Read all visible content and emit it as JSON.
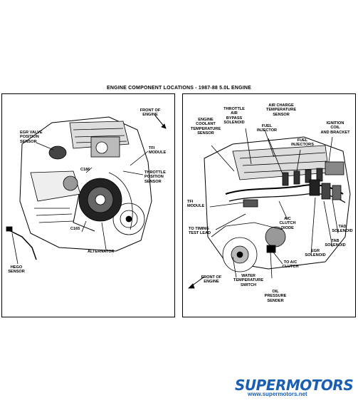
{
  "title": "ENGINE COMPONENT LOCATIONS - 1987-88 5.0L ENGINE",
  "left_panel": {
    "labels": {
      "front_of_engine": "FRONT OF\nENGINE",
      "egr_valve_position_sensor": "EGR VALVE\nPOSITION\nSENSOR",
      "tfi_module": "TFI\nMODULE",
      "throttle_position_sensor": "THROTTLE\nPOSITION\nSENSOR",
      "c186": "C186",
      "c165": "C165",
      "alternator": "ALTERNATOR",
      "hego_sensor": "HEGO\nSENSOR"
    }
  },
  "right_panel": {
    "labels": {
      "throttle_air_bypass_solenoid": "THROTTLE\nAIR\nBYPASS\nSOLENOID",
      "air_charge_temperature_sensor": "AIR CHARGE\nTEMPERATURE\nSENSOR",
      "engine_coolant_temperature_sensor": "ENGINE\nCOOLANT\nTEMPERATURE\nSENSOR",
      "fuel_injector": "FUEL\nINJECTOR",
      "ignition_coil_and_bracket": "IGNITION\nCOIL\nAND BRACKET",
      "fuel_injectors": "FUEL\nINJECTORS",
      "tfi_module": "TFI\nMODULE",
      "to_timing_test_lead": "TO TIMING\nTEST LEAD",
      "ac_clutch_diode": "A/C\nCLUTCH\nDIODE",
      "tad_solenoid": "TAD\nSOLENOID",
      "tab_solenoid": "TAB\nSOLENOID",
      "egr_solenoid": "EGR\nSOLENOID",
      "to_ac_clutch": "TO A/C\nCLUTCH",
      "front_of_engine": "FRONT OF\nENGINE",
      "water_temperature_switch": "WATER\nTEMPERATURE\nSWITCH",
      "oil_pressure_sender": "OIL\nPRESSURE\nSENDER"
    }
  },
  "watermark": {
    "logo": "SUPERMOTORS",
    "url": "www.supermotors.net"
  }
}
